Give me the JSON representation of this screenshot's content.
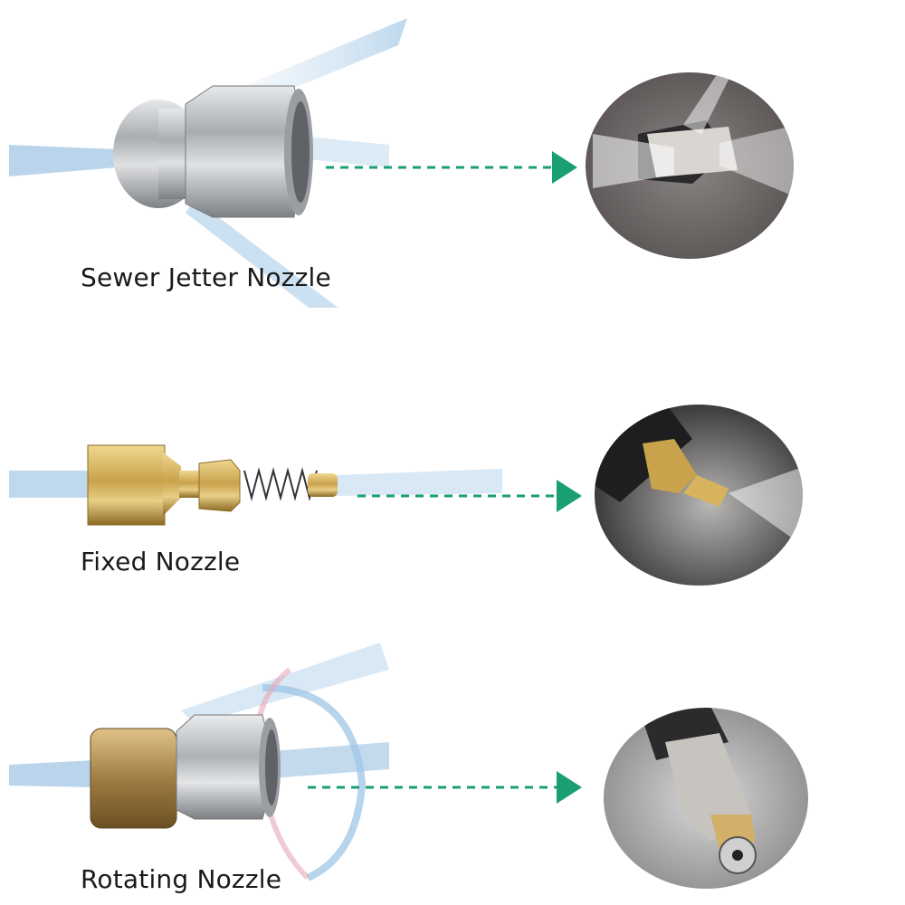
{
  "items": [
    {
      "label": "Sewer Jetter Nozzle"
    },
    {
      "label": "Fixed Nozzle"
    },
    {
      "label": "Rotating Nozzle"
    }
  ],
  "colors": {
    "arrow": "#1a9e73",
    "spray": "#9ec6e6",
    "steel": "#b9bcbf",
    "brass": "#c9a24c",
    "photo_bg": "#6e6a68"
  },
  "icons": [
    "spray-stream-icon",
    "arrow-right-icon"
  ]
}
